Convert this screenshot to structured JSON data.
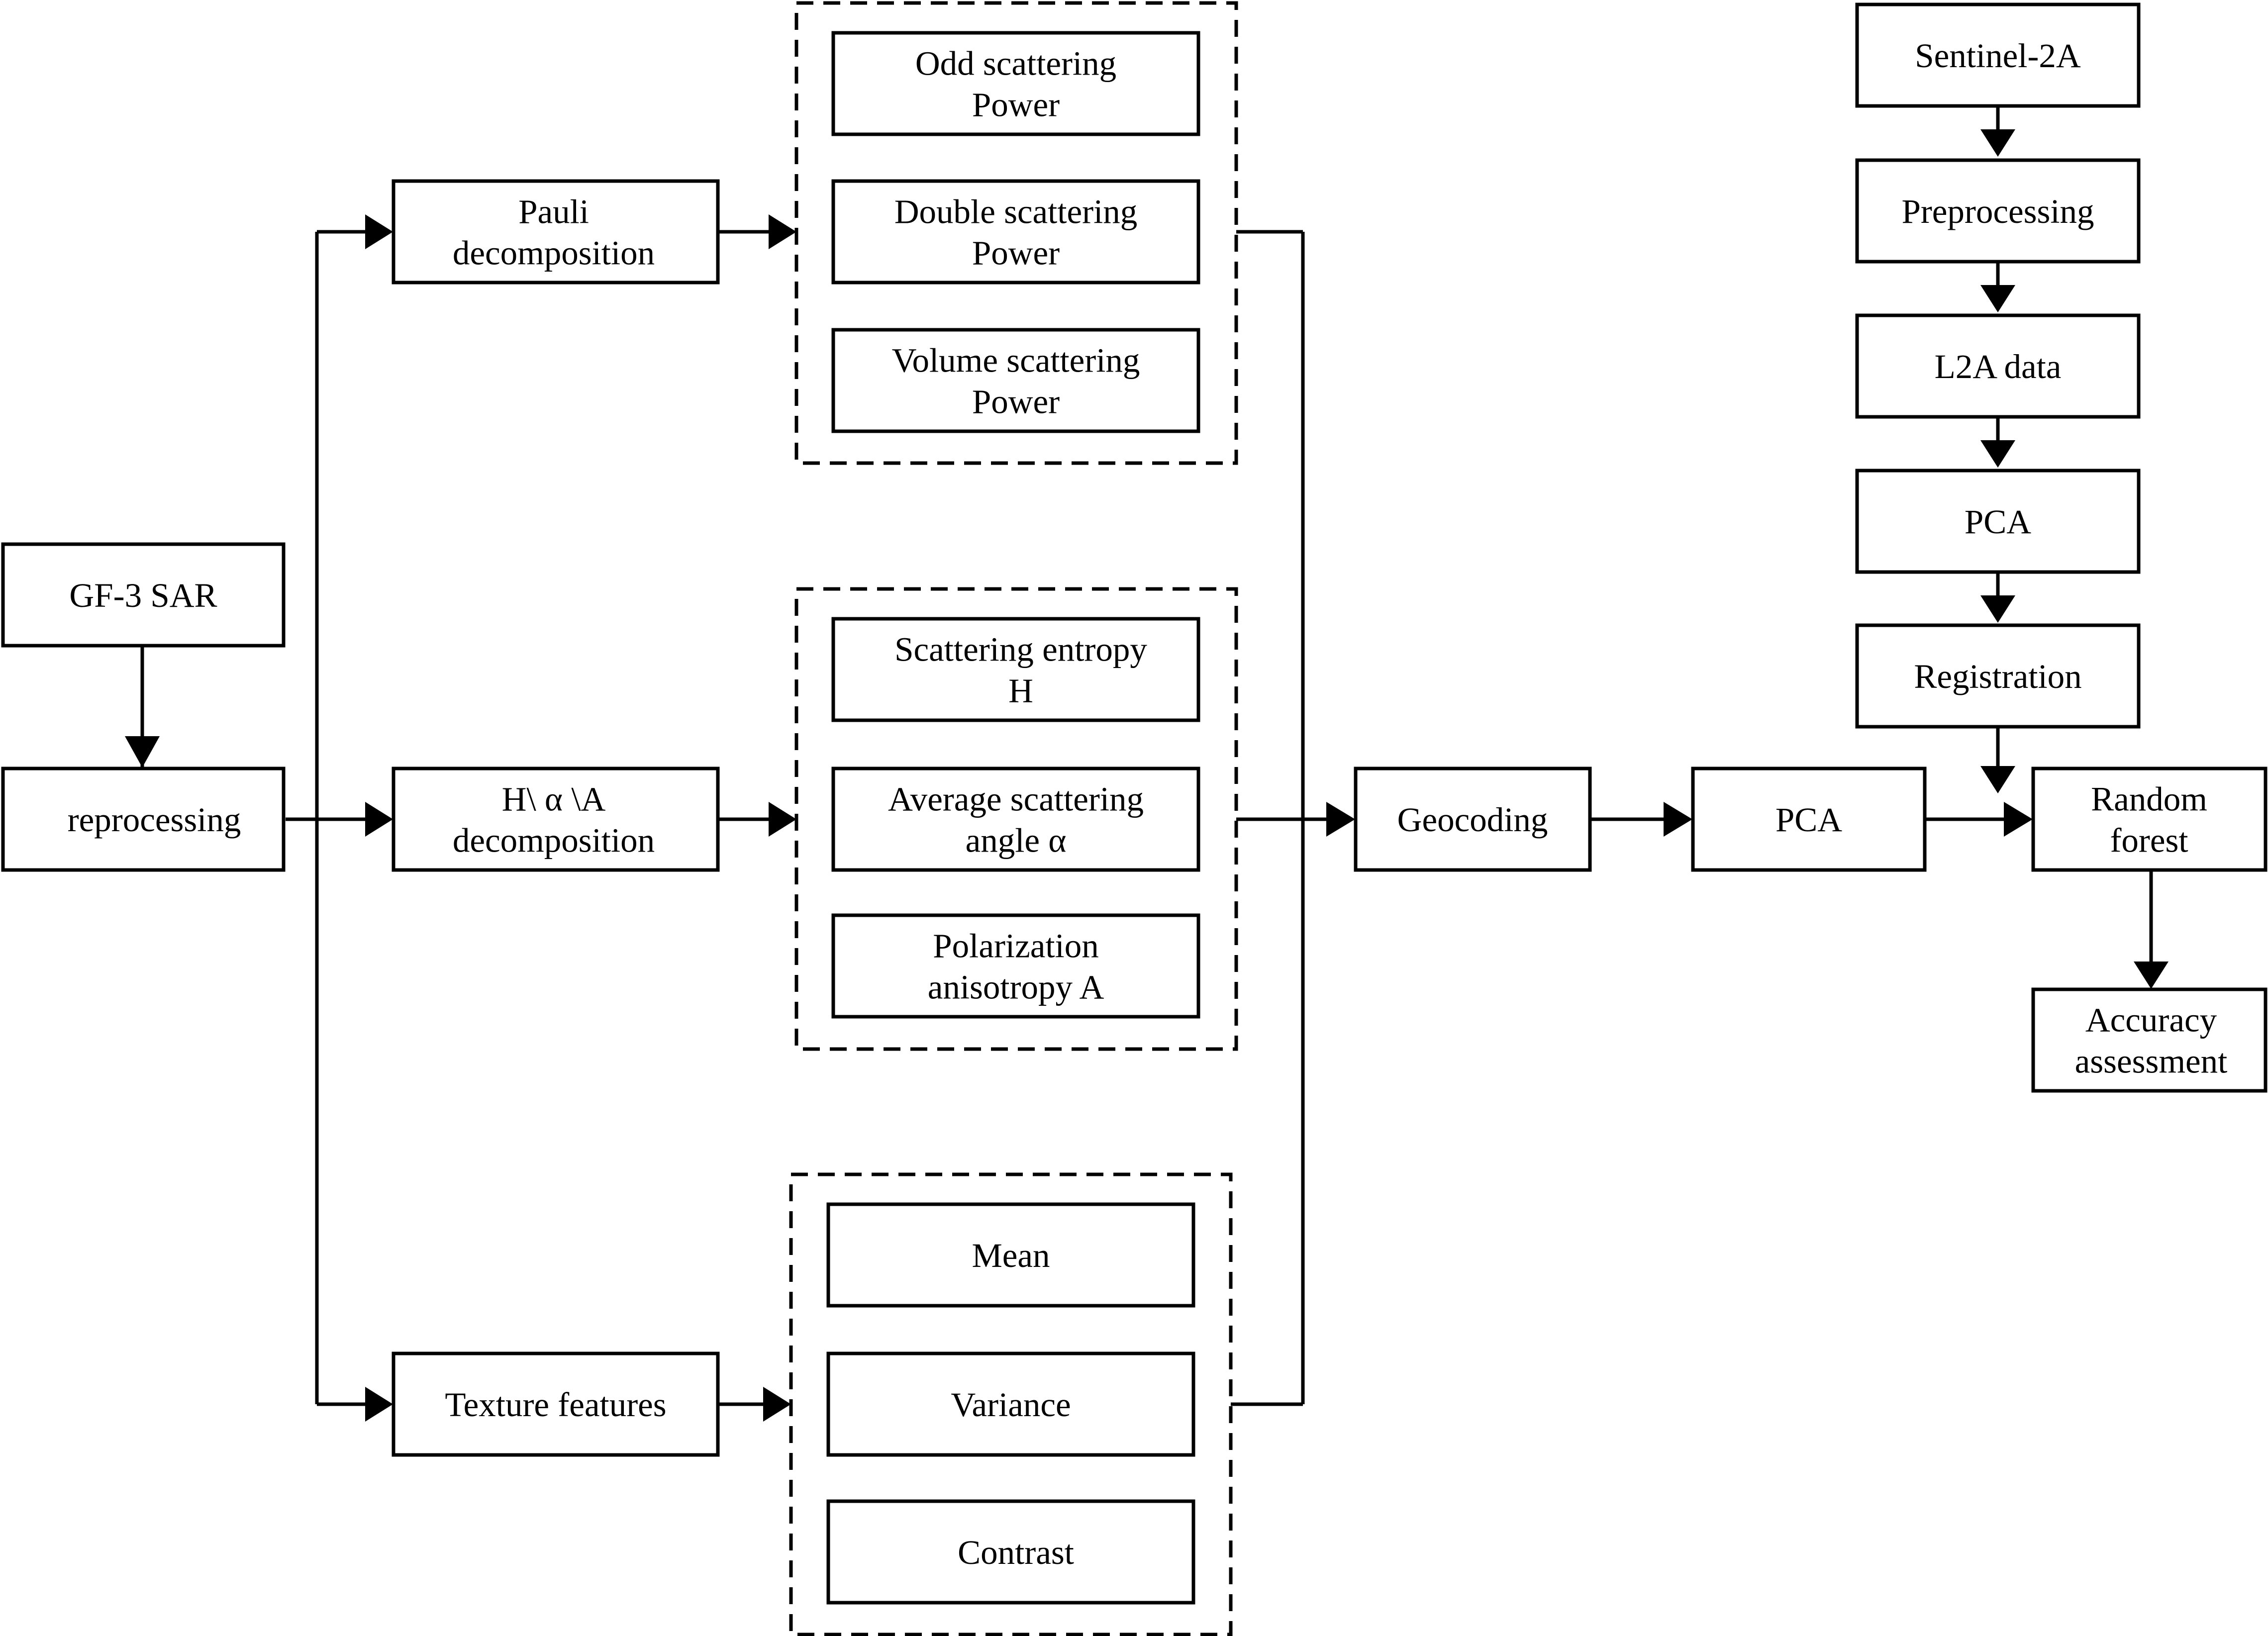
{
  "nodes": {
    "gf3_sar": [
      "GF-3 SAR"
    ],
    "reprocessing": [
      "reprocessing"
    ],
    "pauli": [
      "Pauli",
      "decomposition"
    ],
    "h_alpha_a": [
      "H\\ α \\A",
      "decomposition"
    ],
    "texture": [
      "Texture features"
    ],
    "odd": [
      "Odd scattering",
      "Power"
    ],
    "double": [
      "Double scattering",
      "Power"
    ],
    "volume": [
      "Volume scattering",
      "Power"
    ],
    "entropy": [
      "Scattering entropy",
      "H"
    ],
    "avg_angle": [
      "Average scattering",
      "angle α"
    ],
    "anisotropy": [
      "Polarization",
      "anisotropy A"
    ],
    "mean": [
      "Mean"
    ],
    "variance": [
      "Variance"
    ],
    "contrast": [
      "Contrast"
    ],
    "geocoding": [
      "Geocoding"
    ],
    "pca_main": [
      "PCA"
    ],
    "sentinel": [
      "Sentinel-2A"
    ],
    "preprocessing": [
      "Preprocessing"
    ],
    "l2a": [
      "L2A data"
    ],
    "pca_s2": [
      "PCA"
    ],
    "registration": [
      "Registration"
    ],
    "random_forest": [
      "Random",
      "forest"
    ],
    "accuracy": [
      "Accuracy",
      "assessment"
    ]
  },
  "groups": [
    "pauli_components",
    "h_alpha_a_components",
    "texture_components"
  ],
  "edges": [
    [
      "gf3_sar",
      "reprocessing"
    ],
    [
      "reprocessing",
      "pauli"
    ],
    [
      "reprocessing",
      "h_alpha_a"
    ],
    [
      "reprocessing",
      "texture"
    ],
    [
      "pauli",
      "pauli_components"
    ],
    [
      "h_alpha_a",
      "h_alpha_a_components"
    ],
    [
      "texture",
      "texture_components"
    ],
    [
      "pauli_components",
      "geocoding"
    ],
    [
      "h_alpha_a_components",
      "geocoding"
    ],
    [
      "texture_components",
      "geocoding"
    ],
    [
      "geocoding",
      "pca_main"
    ],
    [
      "pca_main",
      "random_forest"
    ],
    [
      "sentinel",
      "preprocessing"
    ],
    [
      "preprocessing",
      "l2a"
    ],
    [
      "l2a",
      "pca_s2"
    ],
    [
      "pca_s2",
      "registration"
    ],
    [
      "registration",
      "random_forest"
    ],
    [
      "random_forest",
      "accuracy"
    ]
  ]
}
